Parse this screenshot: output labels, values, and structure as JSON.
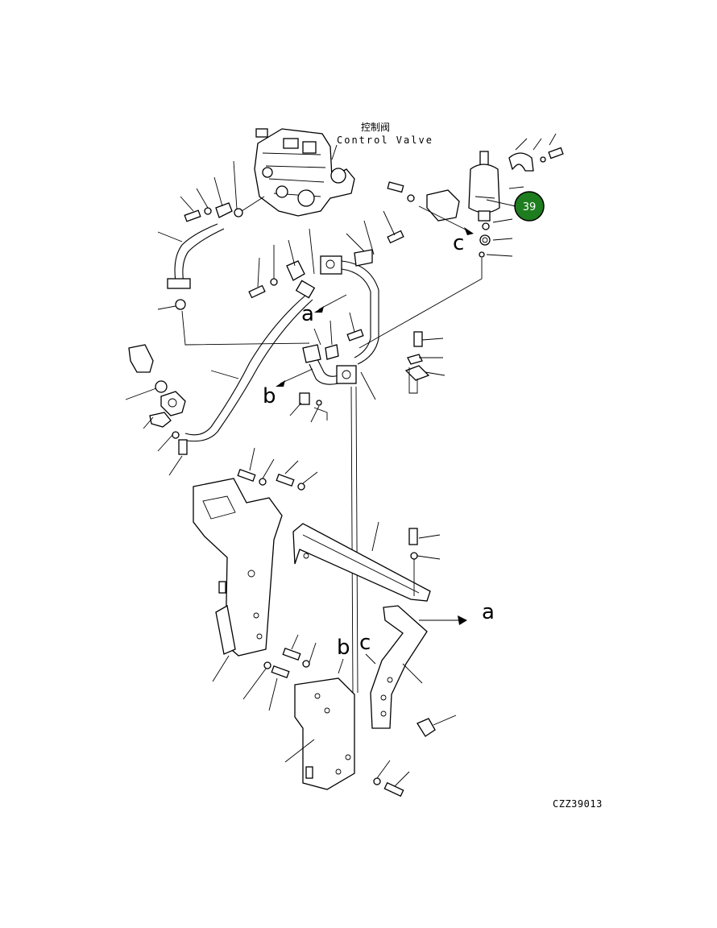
{
  "title_cn": "控制阀",
  "title_en": "Control Valve",
  "callouts": {
    "a_top": "a",
    "b_top": "b",
    "c_top": "c",
    "a_bottom": "a",
    "b_bottom": "b",
    "c_bottom": "c"
  },
  "badge": {
    "number": "39",
    "color": "#1e7d1e"
  },
  "drawing_code": "CZZ39013"
}
